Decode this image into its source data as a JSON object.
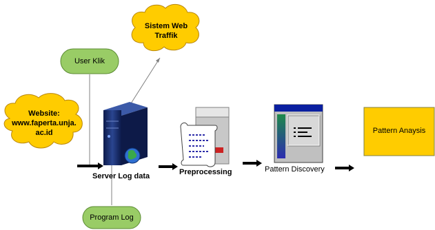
{
  "nodes": {
    "sistem_web": {
      "line1": "Sistem Web",
      "line2": "Traffik",
      "fill": "#FFCC00"
    },
    "user_klik": {
      "label": "User Klik",
      "fill": "#99CC66"
    },
    "website": {
      "line1": "Website:",
      "line2": "www.faperta.unja.",
      "line3": "ac.id",
      "fill": "#FFCC00"
    },
    "server": {
      "label": "Server Log data"
    },
    "preprocessing": {
      "label": "Preprocessing"
    },
    "pattern_discovery": {
      "label": "Pattern Discovery"
    },
    "pattern_analysis": {
      "label": "Pattern Anaysis",
      "fill": "#FFCC00"
    },
    "program_log": {
      "label": "Program Log",
      "fill": "#99CC66"
    }
  },
  "colors": {
    "server_body": "#1A2F6E",
    "window_title": "#0A1FA0",
    "arrow": "#000000"
  }
}
